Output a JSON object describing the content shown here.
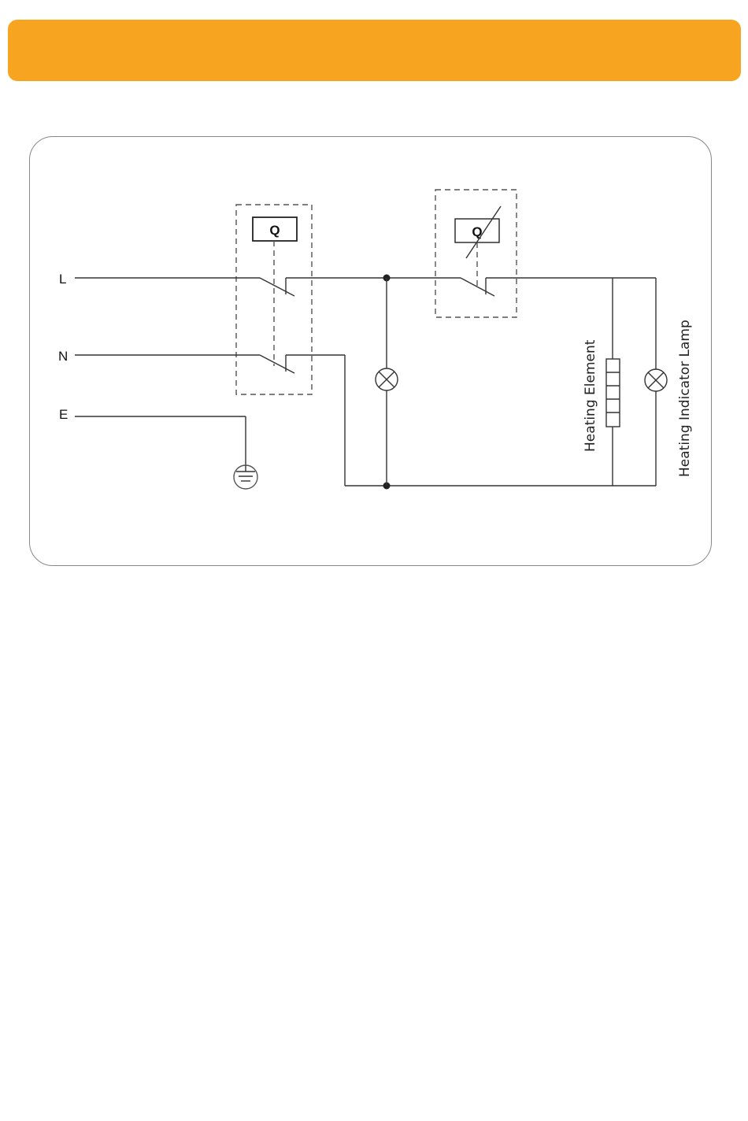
{
  "colors": {
    "header": "#F7A520",
    "wire": "#333333",
    "panel_border": "#888888"
  },
  "terminals": {
    "line": "L",
    "neutral": "N",
    "earth": "E"
  },
  "switch": {
    "label": "Q"
  },
  "thermostat": {
    "label": "Q"
  },
  "components": {
    "heating_element": "Heating Element",
    "indicator_lamp": "Heating Indicator Lamp"
  }
}
